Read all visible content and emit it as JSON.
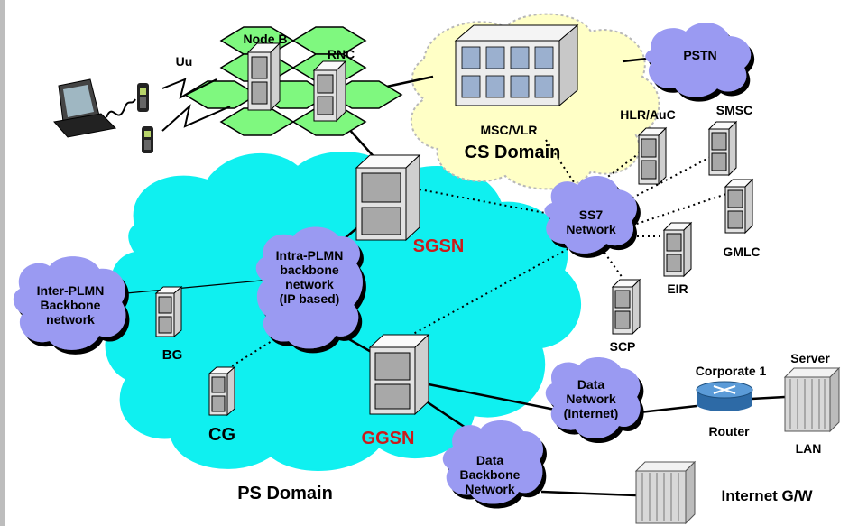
{
  "domains": {
    "cs": "CS Domain",
    "ps": "PS Domain"
  },
  "access": {
    "air_interface": "Uu",
    "node_b": "Node B",
    "rnc": "RNC"
  },
  "core": {
    "msc_vlr": "MSC/VLR",
    "sgsn": "SGSN",
    "ggsn": "GGSN",
    "bg": "BG",
    "cg": "CG"
  },
  "clouds": {
    "pstn": "PSTN",
    "ss7": "SS7\nNetwork",
    "inter_plmn": "Inter-PLMN\nBackbone\nnetwork",
    "intra_plmn": "Intra-PLMN\nbackbone\nnetwork\n(IP based)",
    "data_network": "Data\nNetwork\n(Internet)",
    "data_backbone": "Data\nBackbone\nNetwork"
  },
  "ss7_nodes": {
    "hlr_auc": "HLR/AuC",
    "smsc": "SMSC",
    "gmlc": "GMLC",
    "eir": "EIR",
    "scp": "SCP"
  },
  "corporate": {
    "corporate": "Corporate 1",
    "server": "Server",
    "router": "Router",
    "lan": "LAN",
    "internet_gw": "Internet G/W"
  },
  "colors": {
    "ps_domain": "#0ff0f0",
    "cs_domain": "#ffffc6",
    "cloud": "#9a9af2",
    "radio_cells": "#7ff87f",
    "server": "#e2e2e2",
    "server_panel": "#a8a8a8",
    "core_label": "#cc1a1a",
    "router": "#3f82c6"
  }
}
